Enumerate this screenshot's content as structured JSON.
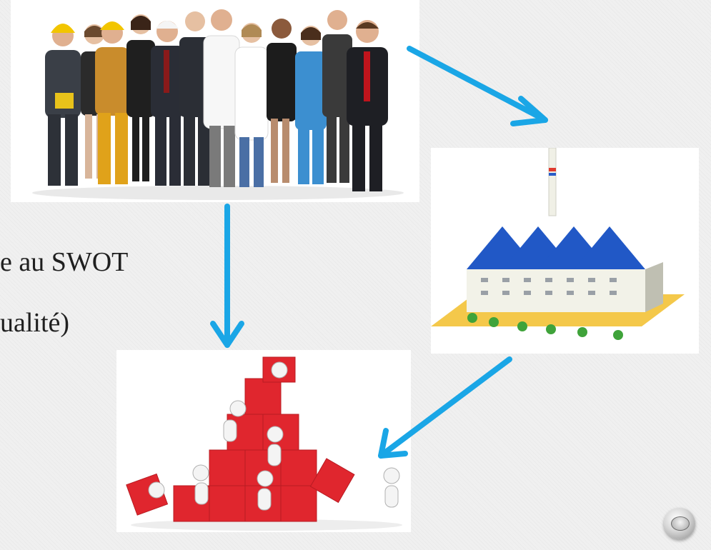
{
  "slide": {
    "text_line_1": "e au SWOT",
    "text_line_2": "ualité)"
  },
  "images": {
    "people": "group-of-professionals-image",
    "factory": "factory-building-image",
    "puzzle": "teamwork-puzzle-image"
  },
  "colors": {
    "arrow": "#1aa6e6",
    "background": "#f0f0f0",
    "puzzle_red": "#e0262e",
    "factory_blue": "#1f5fc4"
  },
  "controls": {
    "nav_button_icon": "slide-navigation-icon"
  }
}
